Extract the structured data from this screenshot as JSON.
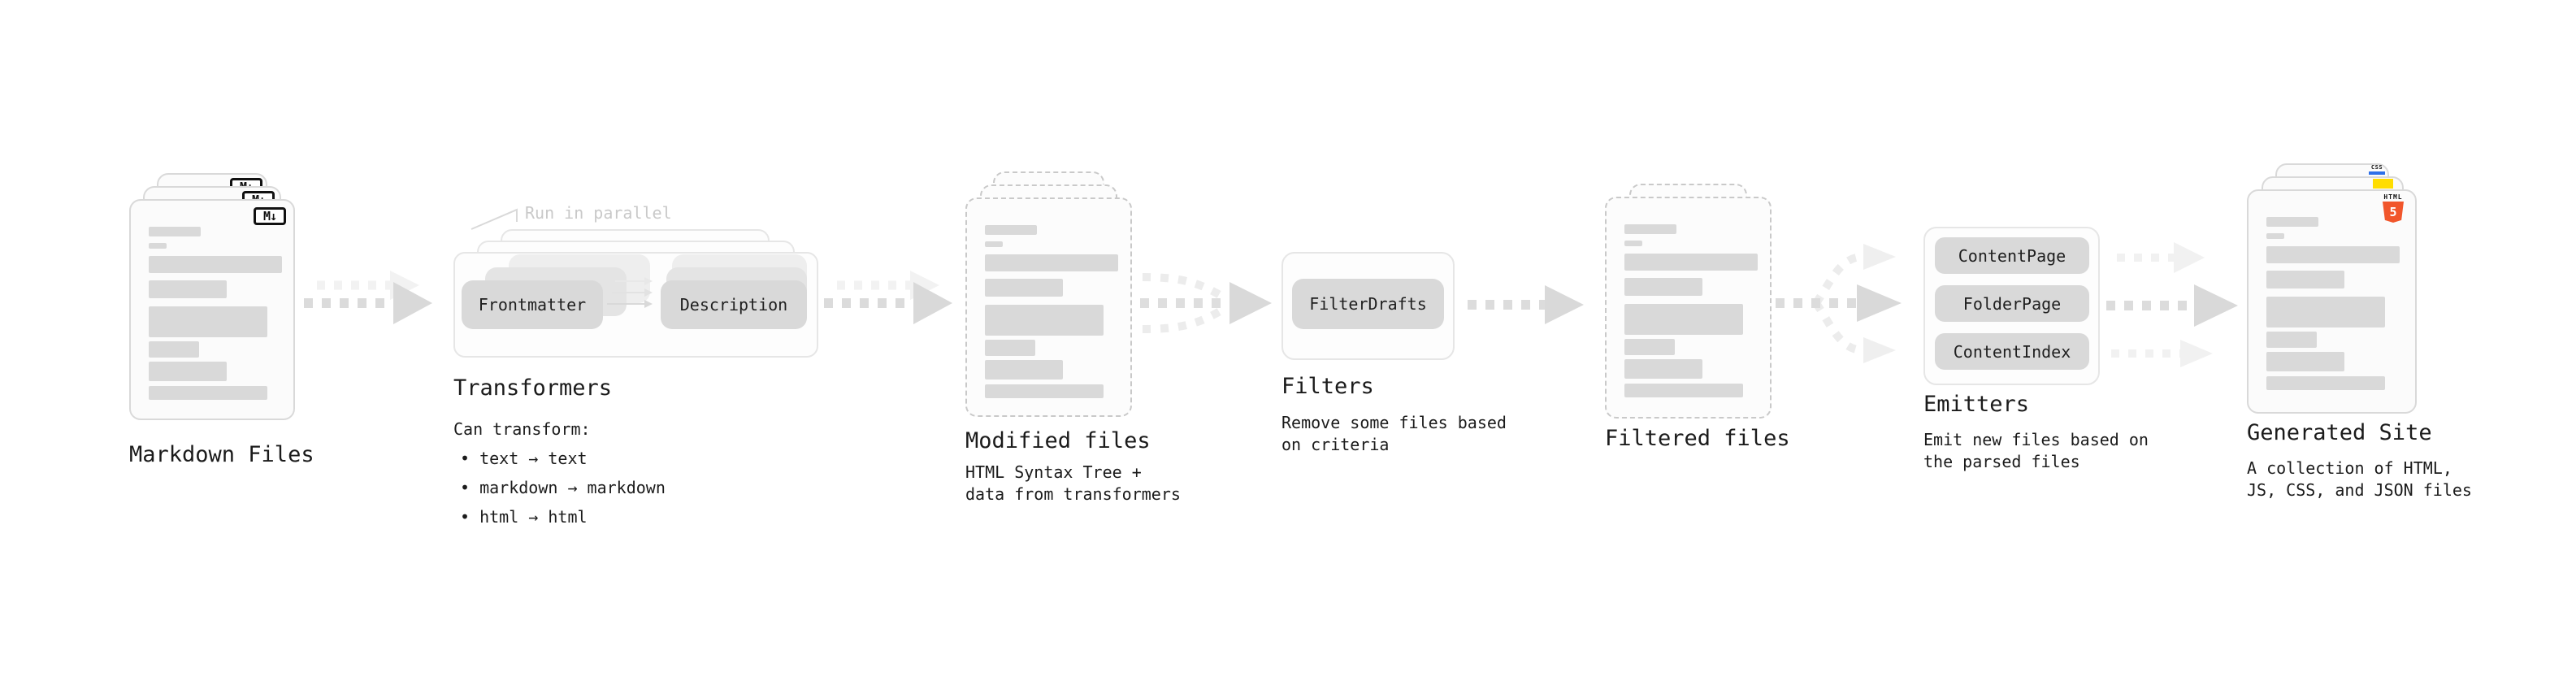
{
  "stages": {
    "markdown": {
      "label": "Markdown Files",
      "badge": "M↓"
    },
    "transformers": {
      "label": "Transformers",
      "annotation": "Run in parallel",
      "frontmatter": "Frontmatter",
      "description": "Description",
      "note_title": "Can transform:",
      "bullets": [
        "• text → text",
        "• markdown → markdown",
        "• html → html"
      ]
    },
    "modified": {
      "label": "Modified files",
      "note": "HTML Syntax Tree +\ndata from transformers"
    },
    "filters": {
      "label": "Filters",
      "filter_name": "FilterDrafts",
      "note": "Remove some files based\non criteria"
    },
    "filtered": {
      "label": "Filtered files"
    },
    "emitters": {
      "label": "Emitters",
      "emitter_names": [
        "ContentPage",
        "FolderPage",
        "ContentIndex"
      ],
      "note": "Emit new files based on\nthe parsed files"
    },
    "generated": {
      "label": "Generated Site",
      "note": "A collection of HTML,\nJS, CSS, and JSON files",
      "badges": {
        "css": "CSS",
        "html_word": "HTML",
        "html_number": "5"
      }
    }
  },
  "colors": {
    "html5_orange": "#f1562b",
    "js_yellow": "#ffdd00",
    "css_blue": "#2d6fe9",
    "arrow_gray": "#d9d9d9",
    "ghost_gray": "#f1f1f1",
    "text_dark": "#1b1b1b",
    "annotation_gray": "#c9c9c9"
  }
}
